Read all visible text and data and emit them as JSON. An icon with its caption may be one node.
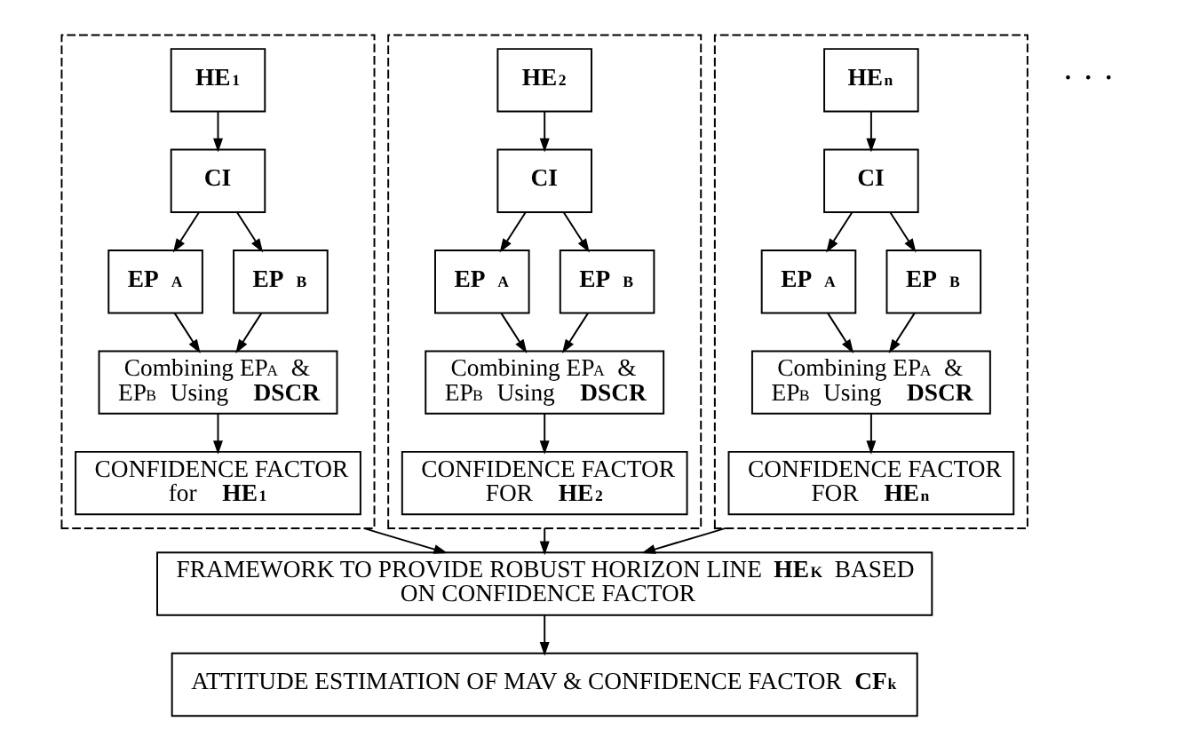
{
  "diagram": {
    "nodes": [
      {
        "text": [],
        "shape": "box"
      },
      {
        "text": [
          "HE$_{1}$"
        ],
        "in": 0
      },
      {
        "text": [
          "CI"
        ],
        "in": 0
      },
      {
        "text": [
          "EP $_{A}$"
        ],
        "in": 0
      },
      {
        "text": [
          "EP $_{B}$"
        ],
        "in": 0
      },
      {
        "text": [
          "Combining EP$_{A}$ & EP$_{B}$ Using **DSCR**"
        ],
        "in": 0
      },
      {
        "text": [
          "CONFIDENCE FACTOR for **HE$_{1}$**"
        ],
        "in": 0
      },
      {
        "text": [],
        "shape": "box"
      },
      {
        "text": [
          "HE$_{2}$"
        ],
        "in": 7
      },
      {
        "text": [
          "CI"
        ],
        "in": 7
      },
      {
        "text": [
          "EP $_{A}$"
        ],
        "in": 7
      },
      {
        "text": [
          "EP $_{B}$"
        ],
        "in": 7
      },
      {
        "text": [
          "Combining EP$_{A}$ & EP$_{B}$ Using **DSCR**"
        ],
        "in": 7
      },
      {
        "text": [
          "CONFIDENCE FACTOR FOR **HE$_{2}$**"
        ],
        "in": 7
      },
      {
        "text": [],
        "shape": "box"
      },
      {
        "text": [
          "HE$_{n}$"
        ],
        "in": 14
      },
      {
        "text": [
          "CI"
        ],
        "in": 14
      },
      {
        "text": [
          "EP $_{A}$"
        ],
        "in": 14
      },
      {
        "text": [
          "EP $_{B}$"
        ],
        "in": 14
      },
      {
        "text": [
          "Combining EP$_{A}$ & EP$_{B}$ Using **DSCR**"
        ],
        "in": 14
      },
      {
        "text": [
          "CONFIDENCE FACTOR FOR **HE$_{n}$**"
        ],
        "in": 14
      },
      {
        "text": [
          "FRAMEWORK TO PROVIDE ROBUST HORIZON LINE **HE$_{K}$** BASED ON CONFIDENCE FACTOR"
        ]
      },
      {
        "text": [
          "ATTITUDE ESTIMATION OF MAV & CONFIDENCE FACTOR **CF$_{k}$**"
        ]
      }
    ],
    "edges": [
      {
        "from": 1,
        "to": 2,
        "arrow": "to"
      },
      {
        "from": 2,
        "to": 3,
        "arrow": "to"
      },
      {
        "from": 2,
        "to": 4,
        "arrow": "to"
      },
      {
        "from": 3,
        "to": 5,
        "arrow": "to"
      },
      {
        "from": 4,
        "to": 5,
        "arrow": "to"
      },
      {
        "from": 5,
        "to": 6,
        "arrow": "to"
      },
      {
        "from": 8,
        "to": 9,
        "arrow": "to"
      },
      {
        "from": 9,
        "to": 10,
        "arrow": "to"
      },
      {
        "from": 9,
        "to": 11,
        "arrow": "to"
      },
      {
        "from": 10,
        "to": 12,
        "arrow": "to"
      },
      {
        "from": 11,
        "to": 12,
        "arrow": "to"
      },
      {
        "from": 12,
        "to": 13,
        "arrow": "to"
      },
      {
        "from": 15,
        "to": 16,
        "arrow": "to"
      },
      {
        "from": 16,
        "to": 17,
        "arrow": "to"
      },
      {
        "from": 16,
        "to": 18,
        "arrow": "to"
      },
      {
        "from": 17,
        "to": 19,
        "arrow": "to"
      },
      {
        "from": 18,
        "to": 19,
        "arrow": "to"
      },
      {
        "from": 19,
        "to": 20,
        "arrow": "to"
      },
      {
        "from": 0,
        "to": 21,
        "arrow": "to"
      },
      {
        "from": 7,
        "to": 21,
        "arrow": "to"
      },
      {
        "from": 14,
        "to": 21,
        "arrow": "to"
      },
      {
        "from": 21,
        "to": 22,
        "arrow": "to"
      }
    ],
    "labels": [
      "· · ·"
    ]
  }
}
